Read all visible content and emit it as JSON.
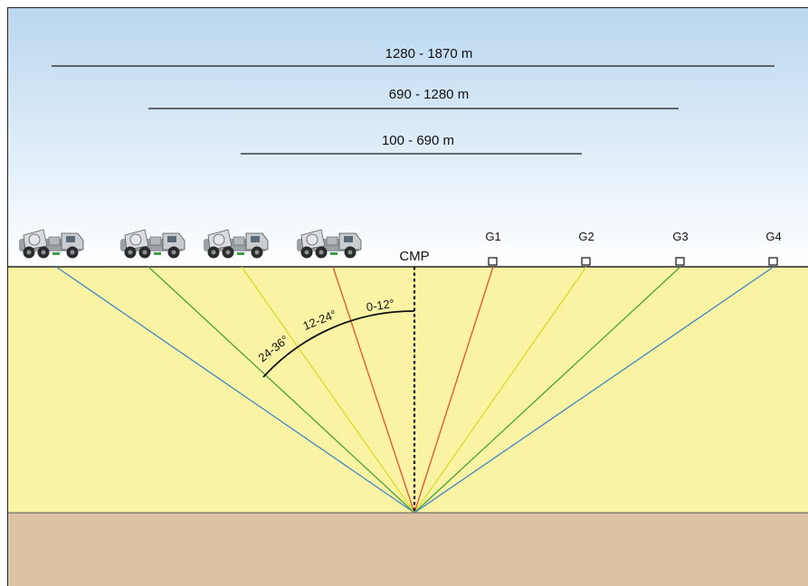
{
  "offset_ranges": [
    {
      "label": "1280 - 1870 m",
      "color": "#1a1a1a"
    },
    {
      "label": "690 - 1280 m",
      "color": "#1a1a1a"
    },
    {
      "label": "100 - 690 m",
      "color": "#1a1a1a"
    }
  ],
  "cmp": {
    "label": "CMP"
  },
  "geophones": [
    {
      "label": "G1"
    },
    {
      "label": "G2"
    },
    {
      "label": "G3"
    },
    {
      "label": "G4"
    }
  ],
  "vibrator_trucks": [
    {
      "icon": "vibrator-truck-icon"
    },
    {
      "icon": "vibrator-truck-icon"
    },
    {
      "icon": "vibrator-truck-icon"
    },
    {
      "icon": "vibrator-truck-icon"
    }
  ],
  "incidence_angles": [
    {
      "label": "0-12°"
    },
    {
      "label": "12-24°"
    },
    {
      "label": "24-36°"
    }
  ],
  "ray_colors": [
    "#e8512a",
    "#d6dc2c",
    "#4aa43a",
    "#3d86c9"
  ],
  "colors": {
    "sky_top": "#b9d7ef",
    "sky_bottom": "#ffffff",
    "layer_upper": "#fbf3a4",
    "layer_lower": "#dcc1a2",
    "surface_line": "#222222"
  }
}
